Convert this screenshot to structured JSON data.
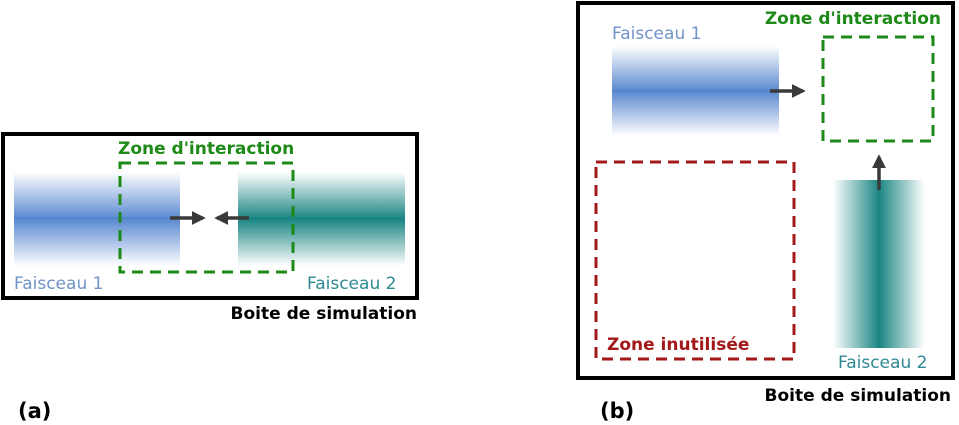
{
  "panel_a": {
    "letter": "(a)",
    "beam1_label": "Faisceau 1",
    "beam2_label": "Faisceau 2",
    "interaction_zone_label": "Zone d'interaction",
    "box_label": "Boite de simulation"
  },
  "panel_b": {
    "letter": "(b)",
    "beam1_label": "Faisceau 1",
    "beam2_label": "Faisceau 2",
    "interaction_zone_label": "Zone d'interaction",
    "unused_zone_label": "Zone inutilisée",
    "box_label": "Boite de simulation"
  },
  "colors": {
    "beam1": "#3d74c8",
    "beam2": "#0e7f7c",
    "interaction_zone": "#1d8a17",
    "unused_zone": "#a31919",
    "box": "#000000",
    "arrow": "#3a3a3a"
  }
}
